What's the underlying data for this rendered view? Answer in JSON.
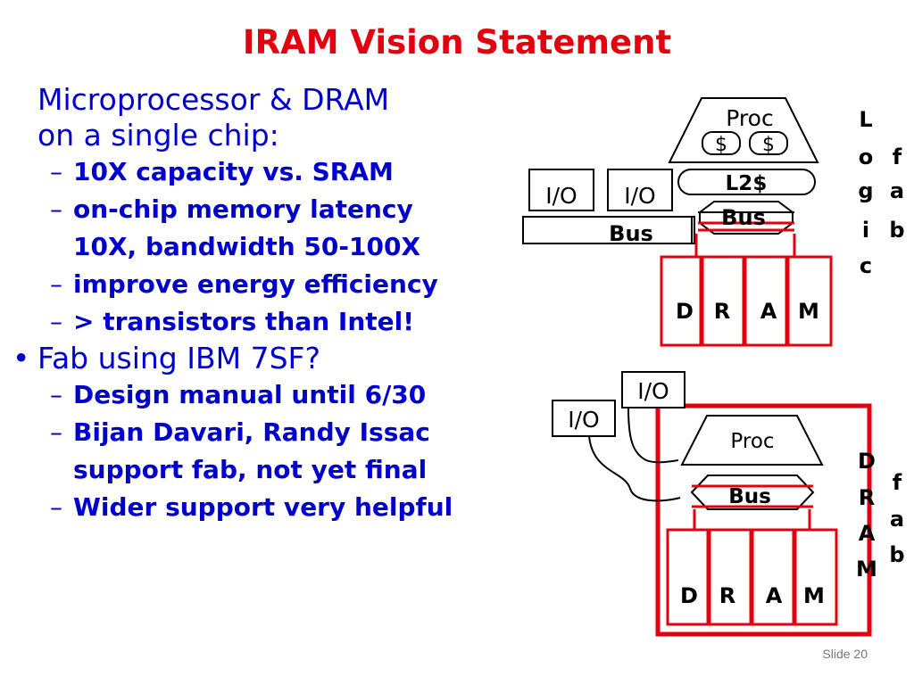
{
  "slide": {
    "title": "IRAM Vision Statement",
    "number_label": "Slide 20"
  },
  "bullets": {
    "b1_line1": "Microprocessor & DRAM",
    "b1_line2": "on a single chip:",
    "b1_subs": [
      {
        "mark": "–",
        "text": "10X capacity vs. SRAM"
      },
      {
        "mark": "–",
        "text": "on-chip memory latency",
        "text2": "10X, bandwidth 50-100X"
      },
      {
        "mark": "–",
        "text": "improve energy efficiency"
      },
      {
        "mark": "–",
        "text": "> transistors than Intel!"
      }
    ],
    "b2_mark": "•",
    "b2_text": "Fab using IBM 7SF?",
    "b2_subs": [
      {
        "mark": "–",
        "text": "Design manual until 6/30"
      },
      {
        "mark": "–",
        "text": "Bijan Davari, Randy Issac",
        "text2": "support fab, not yet final"
      },
      {
        "mark": "–",
        "text": "Wider support very helpful"
      }
    ]
  },
  "diagram_top": {
    "proc": "Proc",
    "cache1": "$",
    "cache2": "$",
    "l2": "L2$",
    "io1": "I/O",
    "io2": "I/O",
    "bus_left": "Bus",
    "bus_right": "Bus",
    "dram_cells": [
      "D",
      "R",
      "A",
      "M"
    ],
    "side_letters_1": [
      "L",
      "o",
      "g",
      "i",
      "c"
    ],
    "side_letters_2": [
      "f",
      "a",
      "b"
    ]
  },
  "diagram_bottom": {
    "io1": "I/O",
    "io2": "I/O",
    "proc": "Proc",
    "bus": "Bus",
    "dram_cells": [
      "D",
      "R",
      "A",
      "M"
    ],
    "side_letters_1": [
      "D",
      "R",
      "A",
      "M"
    ],
    "side_letters_2": [
      "f",
      "a",
      "b"
    ]
  },
  "colors": {
    "title": "#e3000f",
    "text": "#0000cc",
    "diagram_red": "#e3000f"
  }
}
